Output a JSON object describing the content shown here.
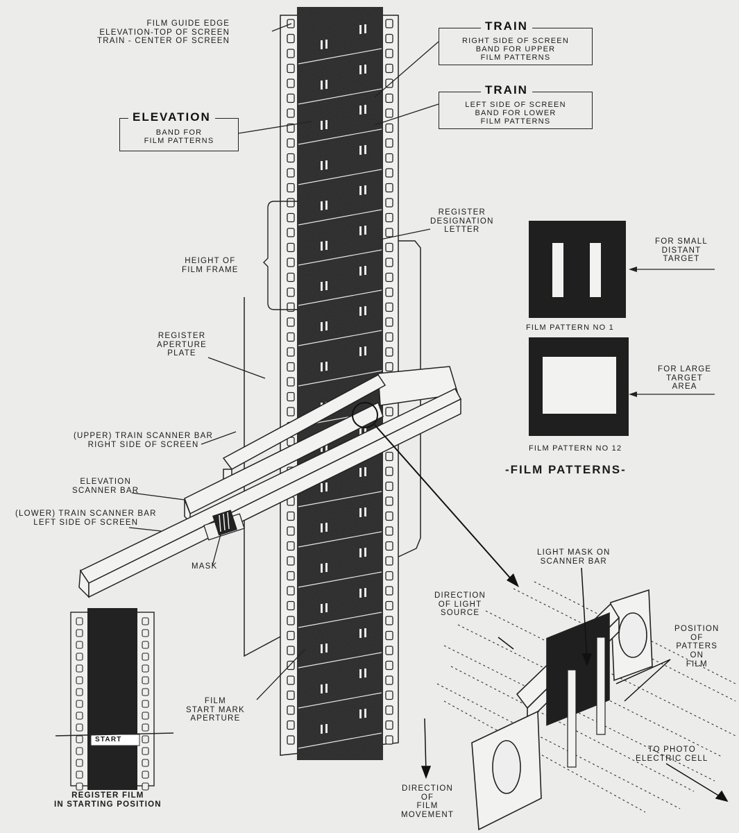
{
  "labels": {
    "film_guide_edge": [
      "FILM GUIDE EDGE",
      "ELEVATION-TOP OF SCREEN",
      "TRAIN - CENTER OF SCREEN"
    ],
    "train_upper": {
      "title": "TRAIN",
      "lines": [
        "RIGHT SIDE OF SCREEN",
        "BAND FOR UPPER",
        "FILM PATTERNS"
      ]
    },
    "train_lower": {
      "title": "TRAIN",
      "lines": [
        "LEFT SIDE OF SCREEN",
        "BAND FOR LOWER",
        "FILM PATTERNS"
      ]
    },
    "elevation": {
      "title": "ELEVATION",
      "lines": [
        "BAND FOR",
        "FILM PATTERNS"
      ]
    },
    "register_designation": [
      "REGISTER",
      "DESIGNATION",
      "LETTER"
    ],
    "height_of_frame": [
      "HEIGHT OF",
      "FILM FRAME"
    ],
    "register_aperture": [
      "REGISTER",
      "APERTURE",
      "PLATE"
    ],
    "upper_train_bar": [
      "(UPPER) TRAIN SCANNER BAR",
      "RIGHT SIDE OF SCREEN"
    ],
    "elevation_bar": [
      "ELEVATION",
      "SCANNER BAR"
    ],
    "lower_train_bar": [
      "(LOWER) TRAIN SCANNER BAR",
      "LEFT SIDE OF SCREEN"
    ],
    "mask": "MASK",
    "register_film": [
      "REGISTER FILM",
      "IN STARTING POSITION"
    ],
    "start": "START",
    "film_start_mark": [
      "FILM",
      "START MARK",
      "APERTURE"
    ],
    "for_small": [
      "FOR SMALL",
      "DISTANT",
      "TARGET"
    ],
    "for_large": [
      "FOR LARGE",
      "TARGET",
      "AREA"
    ],
    "pattern_1": "FILM PATTERN NO 1",
    "pattern_12": "FILM PATTERN NO 12",
    "film_patterns_title": "-FILM PATTERNS-",
    "light_mask": [
      "LIGHT MASK ON",
      "SCANNER BAR"
    ],
    "direction_light": [
      "DIRECTION",
      "OF LIGHT",
      "SOURCE"
    ],
    "position_patters": [
      "POSITION",
      "OF",
      "PATTERS",
      "ON",
      "FILM"
    ],
    "photo_cell": [
      "TO PHOTO",
      "ELECTRIC CELL"
    ],
    "direction_movement": [
      "DIRECTION",
      "OF",
      "FILM",
      "MOVEMENT"
    ]
  },
  "colors": {
    "paper": "#ececea",
    "ink": "#1a1a1a",
    "film": "#1f1f1f"
  }
}
